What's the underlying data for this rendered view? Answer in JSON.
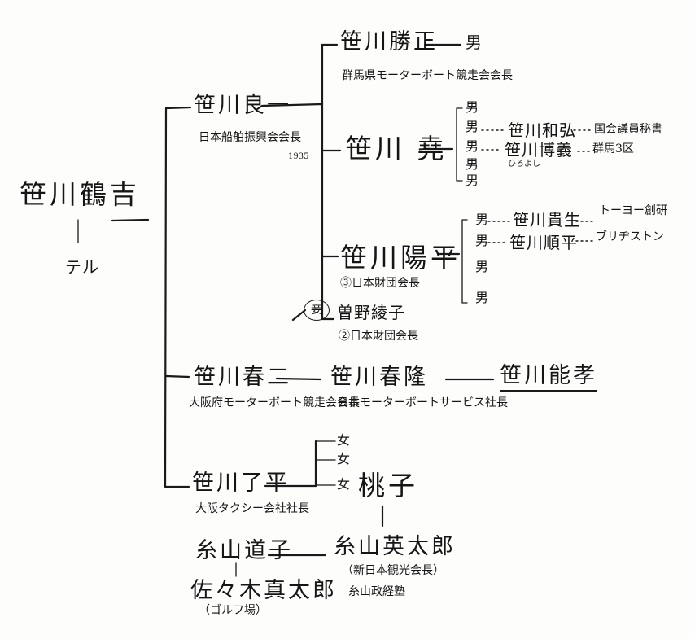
{
  "root": {
    "name": "笹川鶴吉",
    "spouse": "テル"
  },
  "ryo": {
    "name": "笹川良一",
    "note": "日本船舶振興会会長"
  },
  "katsumasa": {
    "name": "笹川勝正",
    "note": "群馬県モーターボート競走会会長",
    "child": "男"
  },
  "takashi": {
    "name": "笹川 堯",
    "year": "1935",
    "kids": [
      "男",
      "男",
      "男",
      "男",
      "男"
    ]
  },
  "kazuhiro": {
    "name": "笹川和弘",
    "note": "国会議員秘書"
  },
  "hiroyoshi": {
    "name": "笹川博義",
    "reading": "ひろよし",
    "note": "群馬3区"
  },
  "yohei": {
    "name": "笹川陽平",
    "note": "③日本財団会長",
    "kids": [
      "男",
      "男",
      "男",
      "男"
    ]
  },
  "takao": {
    "name": "笹川貴生",
    "note": "トーヨー創研"
  },
  "junpei": {
    "name": "笹川順平",
    "note": "ブリヂストン"
  },
  "mistress": {
    "mark": "妾",
    "name": "曽野綾子",
    "note": "②日本財団会長"
  },
  "harunishi": {
    "name": "笹川春二",
    "note": "大阪府モーターボート競走会会長"
  },
  "haruki": {
    "name": "笹川春隆",
    "note": "日本モーターボートサービス社長"
  },
  "yoshiatsu": {
    "name": "笹川能孝"
  },
  "ryohei": {
    "name": "笹川了平",
    "note": "大阪タクシー会社社長",
    "kids": [
      "女",
      "女",
      "女"
    ]
  },
  "momoko": {
    "name": "桃子"
  },
  "eitaro": {
    "name": "糸山英太郎",
    "note1": "（新日本観光会長）",
    "note2": "糸山政経塾"
  },
  "michiko": {
    "name": "糸山道子"
  },
  "shintaro": {
    "name": "佐々木真太郎",
    "note": "（ゴルフ場）"
  }
}
